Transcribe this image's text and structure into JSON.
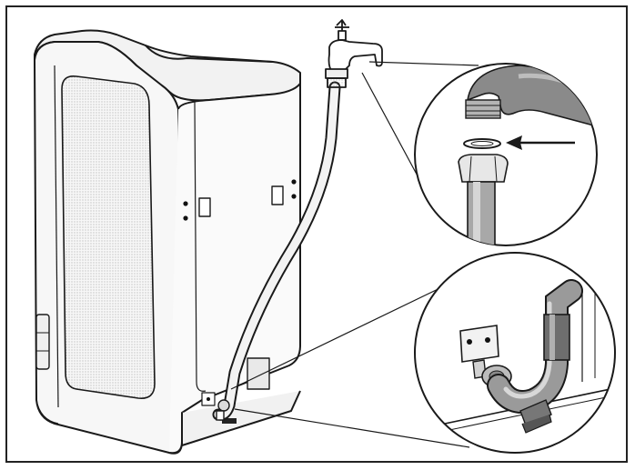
{
  "figure": {
    "description_free": true,
    "colors": {
      "line": "#1a1a1a",
      "machine_fill": "#f4f4f4",
      "shade": "#8a8a8a",
      "dark_shade": "#555555",
      "background": "#ffffff"
    },
    "parts": {
      "machine": "washing-machine-rear-view",
      "hose": "water-inlet-hose",
      "tap": "water-tap",
      "detail_top": "tap-connection-detail",
      "detail_bottom": "valve-connection-detail",
      "arrow": "insert-washer-arrow"
    }
  }
}
